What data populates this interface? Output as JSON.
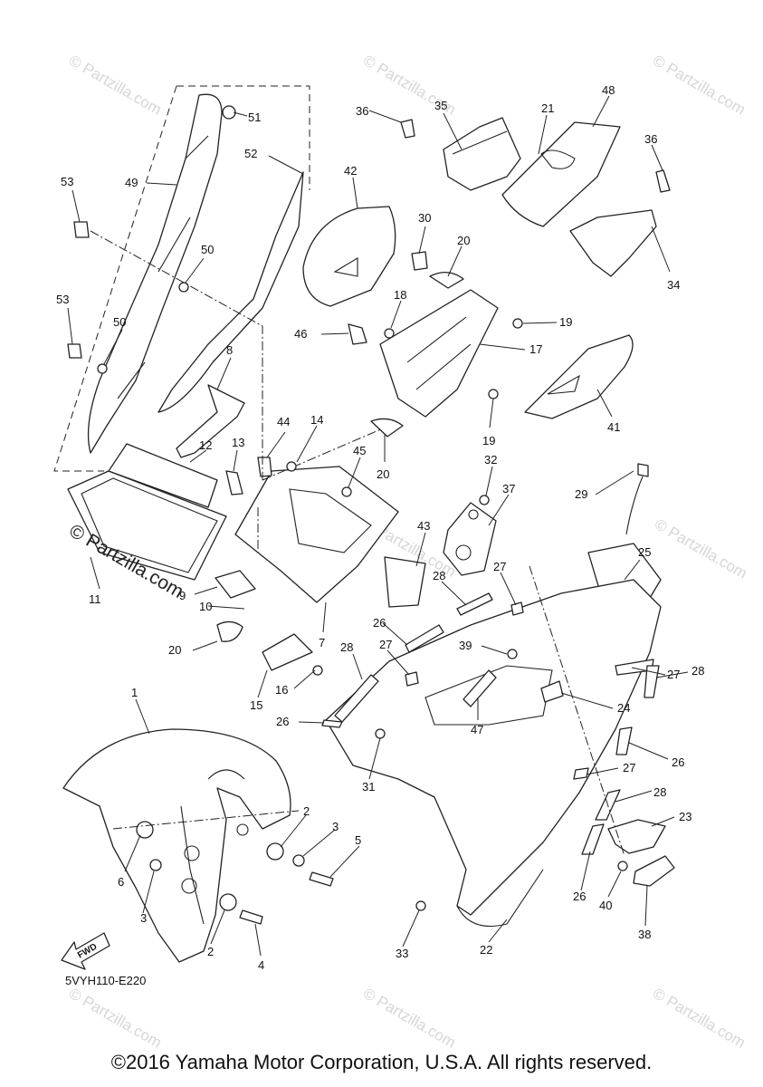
{
  "diagram": {
    "code": "5VYH110-E220",
    "copyright": "©2016 Yamaha Motor Corporation, U.S.A. All rights reserved.",
    "watermark": "© Partzilla.com",
    "fwd_label": "FWD",
    "callouts": {
      "c1": "1",
      "c2a": "2",
      "c2b": "2",
      "c3a": "3",
      "c3b": "3",
      "c4": "4",
      "c5": "5",
      "c6": "6",
      "c7": "7",
      "c8": "8",
      "c9": "9",
      "c10": "10",
      "c11": "11",
      "c12": "12",
      "c13": "13",
      "c14": "14",
      "c15": "15",
      "c16": "16",
      "c17": "17",
      "c18": "18",
      "c19a": "19",
      "c19b": "19",
      "c20a": "20",
      "c20b": "20",
      "c20c": "20",
      "c21": "21",
      "c22": "22",
      "c23": "23",
      "c24": "24",
      "c25": "25",
      "c26a": "26",
      "c26b": "26",
      "c26c": "26",
      "c26d": "26",
      "c27a": "27",
      "c27b": "27",
      "c27c": "27",
      "c27d": "27",
      "c28a": "28",
      "c28b": "28",
      "c28c": "28",
      "c28d": "28",
      "c29": "29",
      "c30": "30",
      "c31": "31",
      "c32": "32",
      "c33": "33",
      "c34": "34",
      "c35": "35",
      "c36a": "36",
      "c36b": "36",
      "c37": "37",
      "c38": "38",
      "c39": "39",
      "c40": "40",
      "c41": "41",
      "c42": "42",
      "c43": "43",
      "c44": "44",
      "c45": "45",
      "c46": "46",
      "c47": "47",
      "c48": "48",
      "c49": "49",
      "c50a": "50",
      "c50b": "50",
      "c51": "51",
      "c52": "52",
      "c53a": "53",
      "c53b": "53"
    }
  }
}
